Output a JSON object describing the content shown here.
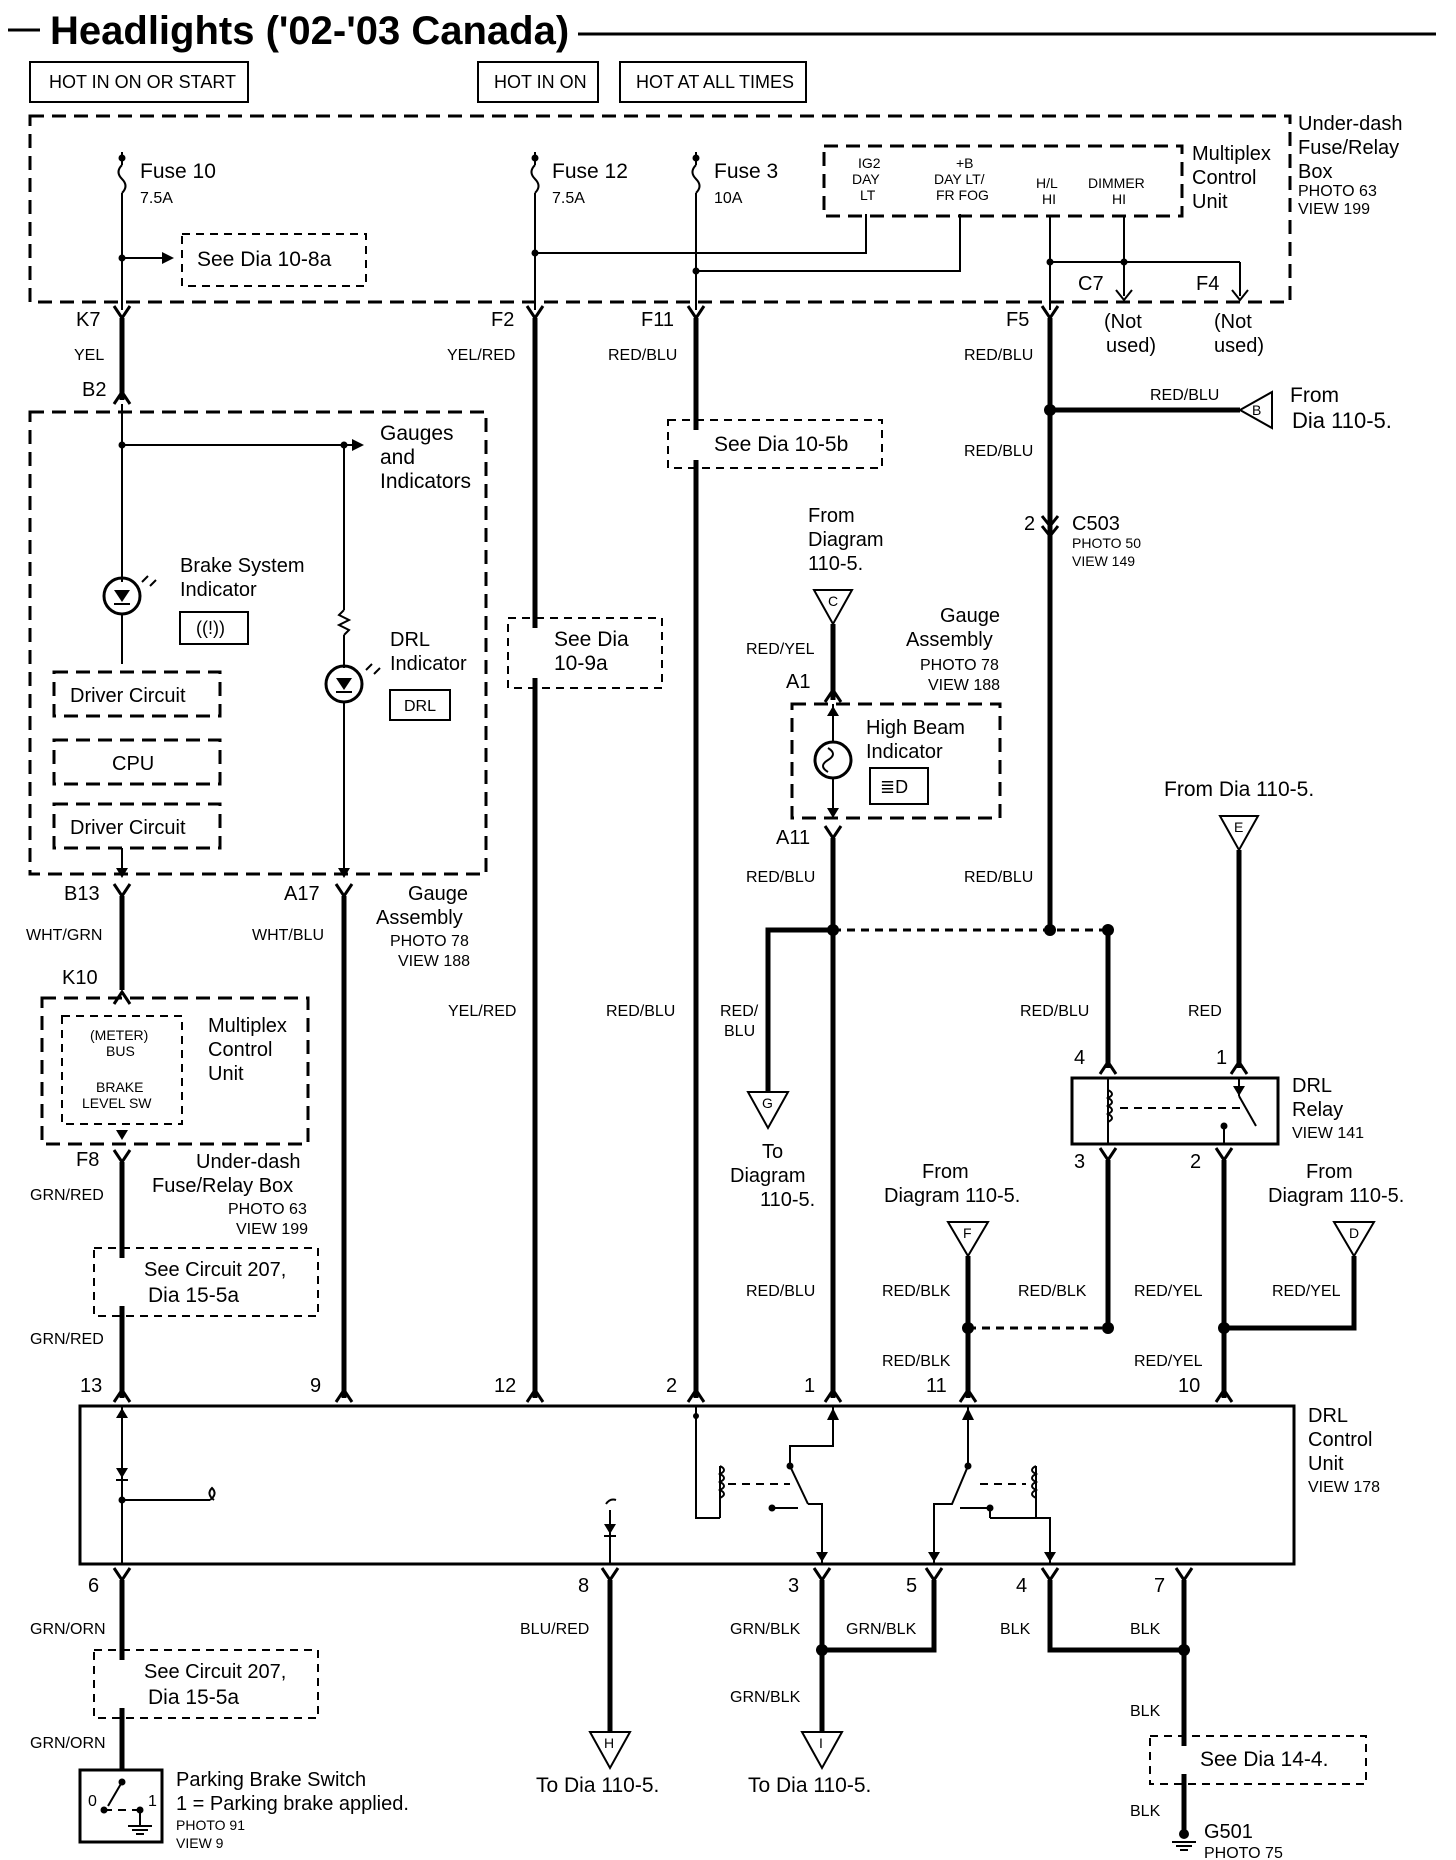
{
  "title": "Headlights ('02-'03 Canada)",
  "power_labels": [
    "HOT IN ON OR START",
    "HOT IN ON",
    "HOT AT ALL TIMES"
  ],
  "fuse_box": {
    "name_l1": "Under-dash",
    "name_l2": "Fuse/Relay",
    "name_l3": "Box",
    "photo": "PHOTO 63",
    "view": "VIEW 199"
  },
  "fuses": [
    {
      "name": "Fuse 10",
      "rating": "7.5A",
      "pin": "K7"
    },
    {
      "name": "Fuse 12",
      "rating": "7.5A",
      "pin": "F2"
    },
    {
      "name": "Fuse 3",
      "rating": "10A",
      "pin": "F11"
    }
  ],
  "see_dia": {
    "d108a": "See Dia 10-8a",
    "d105b": "See Dia 10-5b",
    "d109a_l1": "See Dia",
    "d109a_l2": "10-9a",
    "d144": "See Dia 14-4."
  },
  "mcu_top": {
    "name_l1": "Multiplex",
    "name_l2": "Control",
    "name_l3": "Unit",
    "ig2_l1": "IG2",
    "ig2_l2": "DAY",
    "ig2_l3": "LT",
    "b_l1": "+B",
    "b_l2": "DAY LT/",
    "b_l3": "FR FOG",
    "hl_l1": "H/L",
    "hl_l2": "HI",
    "dim_l1": "DIMMER",
    "dim_l2": "HI",
    "c7": "C7",
    "f4": "F4",
    "f5": "F5",
    "notused_l1": "(Not",
    "notused_l2": "used)"
  },
  "wires": {
    "yel": "YEL",
    "yelred": "YEL/RED",
    "redblu": "RED/BLU",
    "redyel": "RED/YEL",
    "whtgrn": "WHT/GRN",
    "whtblu": "WHT/BLU",
    "red_l1": "RED/",
    "blu_l2": "BLU",
    "red": "RED",
    "redblk": "RED/BLK",
    "grnred": "GRN/RED",
    "grnorn": "GRN/ORN",
    "blured": "BLU/RED",
    "grnblk": "GRN/BLK",
    "blk": "BLK"
  },
  "pins": {
    "b2": "B2",
    "b13": "B13",
    "a17": "A17",
    "k10": "K10",
    "f8": "F8",
    "a1": "A1",
    "a11": "A11",
    "c503_num": "2"
  },
  "gauges": {
    "gi_l1": "Gauges",
    "gi_l2": "and",
    "gi_l3": "Indicators",
    "brake_l1": "Brake System",
    "brake_l2": "Indicator",
    "brake_sym": "((!))",
    "drl_l1": "DRL",
    "drl_l2": "Indicator",
    "drl_sym": "DRL",
    "driver": "Driver Circuit",
    "cpu": "CPU",
    "ga_l1": "Gauge",
    "ga_l2": "Assembly",
    "ga_photo": "PHOTO 78",
    "ga_view": "VIEW 188"
  },
  "from_b": {
    "l1": "From",
    "l2": "Dia 110-5.",
    "tri": "B"
  },
  "c503": {
    "name": "C503",
    "photo": "PHOTO 50",
    "view": "VIEW 149"
  },
  "from_c": {
    "l1": "From",
    "l2": "Diagram",
    "l3": "110-5.",
    "tri": "C"
  },
  "highbeam": {
    "l1": "High Beam",
    "l2": "Indicator",
    "sym": "≣D"
  },
  "from_e": {
    "text": "From Dia 110-5.",
    "tri": "E"
  },
  "to_g": {
    "l1": "To",
    "l2": "Diagram",
    "l3": "110-5.",
    "tri": "G"
  },
  "mcu2": {
    "meter_l1": "(METER)",
    "meter_l2": "BUS",
    "brake_l1": "BRAKE",
    "brake_l2": "LEVEL SW",
    "name_l1": "Multiplex",
    "name_l2": "Control",
    "name_l3": "Unit"
  },
  "udfb2": {
    "l1": "Under-dash",
    "l2": "Fuse/Relay Box",
    "photo": "PHOTO 63",
    "view": "VIEW 199"
  },
  "see207": {
    "l1": "See Circuit 207,",
    "l2": "Dia 15-5a"
  },
  "drl_relay": {
    "l1": "DRL",
    "l2": "Relay",
    "view": "VIEW 141",
    "p4": "4",
    "p1": "1",
    "p3": "3",
    "p2": "2"
  },
  "from_f": {
    "l1": "From",
    "l2": "Diagram 110-5.",
    "tri": "F"
  },
  "from_d": {
    "l1": "From",
    "l2": "Diagram 110-5.",
    "tri": "D"
  },
  "drl_unit": {
    "l1": "DRL",
    "l2": "Control",
    "l3": "Unit",
    "view": "VIEW 178"
  },
  "unit_pins_top": [
    "13",
    "9",
    "12",
    "2",
    "1",
    "11",
    "10"
  ],
  "unit_pins_bottom": [
    "6",
    "8",
    "3",
    "5",
    "4",
    "7"
  ],
  "parking": {
    "l1": "Parking Brake Switch",
    "l2": "1 =  Parking brake applied.",
    "photo": "PHOTO 91",
    "view": "VIEW 9",
    "s0": "0",
    "s1": "1"
  },
  "to_h": {
    "text": "To Dia 110-5.",
    "tri": "H"
  },
  "to_i": {
    "text": "To Dia 110-5.",
    "tri": "I"
  },
  "ground": {
    "name": "G501",
    "photo": "PHOTO 75"
  }
}
